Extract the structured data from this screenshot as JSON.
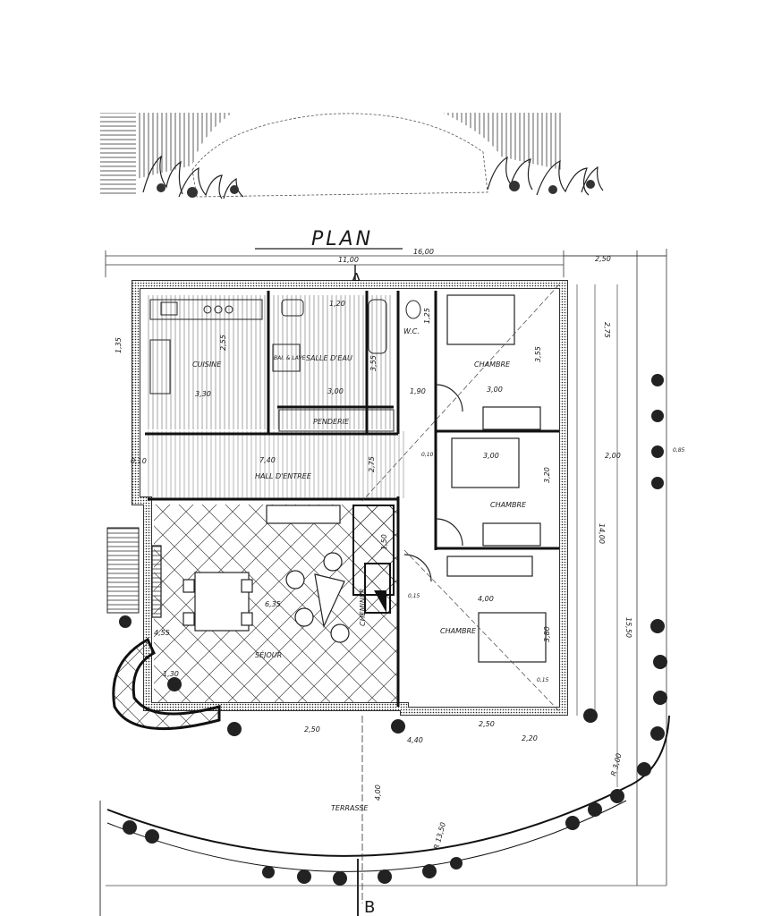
{
  "plan": {
    "title": "PLAN",
    "section_marks": {
      "top": "A",
      "bottom": "B"
    },
    "rooms": {
      "cuisine": "CUISINE",
      "salle_deau": "SALLE D'EAU",
      "wc": "W.C.",
      "baignoire": "BAI. & LAVE",
      "penderie": "PENDERIE",
      "hall": "HALL D'ENTREE",
      "sejour": "SÉJOUR",
      "cheminee": "CHEMINEE",
      "chambre_1": "CHAMBRE",
      "chambre_2": "CHAMBRE",
      "chambre_3": "CHAMBRE",
      "terrasse": "TERRASSE"
    },
    "dimensions": {
      "overall_width": "16,00",
      "top_width": "11,00",
      "side_right": "2,50",
      "cuisine_w": "3,30",
      "cuisine_h": "2,55",
      "sdb_w": "3,00",
      "sdb_top": "1,20",
      "sdb_h": "3,55",
      "wc_w": "1,90",
      "wc_h": "1,25",
      "hall_w": "7,40",
      "hall_h": "2,75",
      "sejour_w": "6,35",
      "sejour_v": "4,55",
      "alcove": "1,30",
      "chambre1_w": "3,00",
      "chambre1_h": "3,55",
      "chambre2_w": "3,00",
      "chambre2_h": "3,20",
      "chambre3_w": "4,00",
      "chambre3_h": "3,80",
      "cheminee_h": "1,50",
      "bottom_left": "2,50",
      "bottom_mid": "4,40",
      "bottom_right": "2,50",
      "bottom_far_right": "2,20",
      "terrasse_depth": "4,00",
      "radius_1": "R 3,00",
      "radius_2": "R 13,50",
      "right_total": "14,00",
      "right_b": "2,00",
      "right_c": "15,50",
      "right_d": "2,75",
      "left_a": "1,35",
      "left_b": "0,10",
      "wall_a": "0,15",
      "wall_b": "0,10",
      "wall_c": "0,15",
      "right_e": "0,85"
    }
  }
}
